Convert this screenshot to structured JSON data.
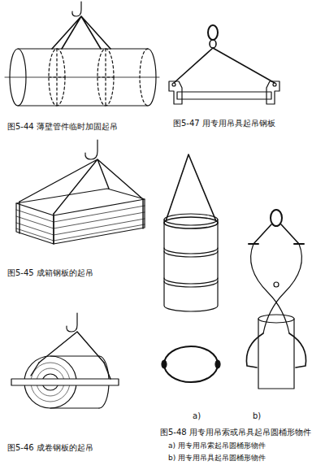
{
  "diagram": {
    "labels": [
      "图5-44  薄壁管件临时加固起吊",
      "图5-47  用专用吊具起吊钢板",
      "图5-45  成箱钢板的起吊",
      "图5-46  成卷钢板的起吊",
      "a)",
      "b)",
      "图5-48  用专用吊索或吊具起吊圆桶形物件",
      "a) 用专用吊索起吊圆桶形物件",
      "b) 用专用吊具起吊圆桶形物件"
    ]
  }
}
